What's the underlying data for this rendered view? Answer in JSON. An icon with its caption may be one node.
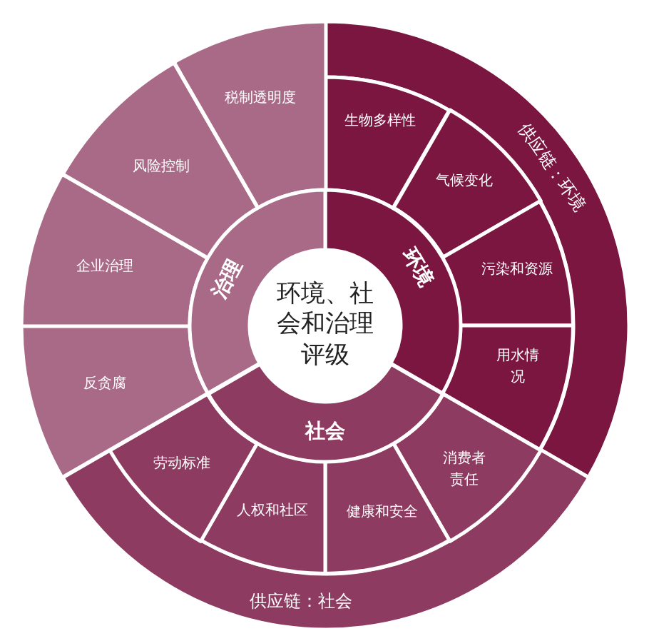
{
  "diagram": {
    "nodes": [
      {
        "text": [
          "环境、社会和治理评级"
        ]
      },
      {
        "text": [
          "环境"
        ]
      },
      {
        "text": [
          "社会"
        ]
      },
      {
        "text": [
          "治理"
        ]
      },
      {
        "text": [
          "生物多样性"
        ]
      },
      {
        "text": [
          "气候变化"
        ]
      },
      {
        "text": [
          "污染和资源"
        ]
      },
      {
        "text": [
          "用水情况"
        ]
      },
      {
        "text": [
          "消费者责任"
        ]
      },
      {
        "text": [
          "健康和安全"
        ]
      },
      {
        "text": [
          "人权和社区"
        ]
      },
      {
        "text": [
          "劳动标准"
        ]
      },
      {
        "text": [
          "反贪腐"
        ]
      },
      {
        "text": [
          "企业治理"
        ]
      },
      {
        "text": [
          "风险控制"
        ]
      },
      {
        "text": [
          "税制透明度"
        ]
      },
      {
        "text": [
          "供应链：环境"
        ]
      },
      {
        "text": [
          "供应链：社会"
        ]
      }
    ]
  }
}
